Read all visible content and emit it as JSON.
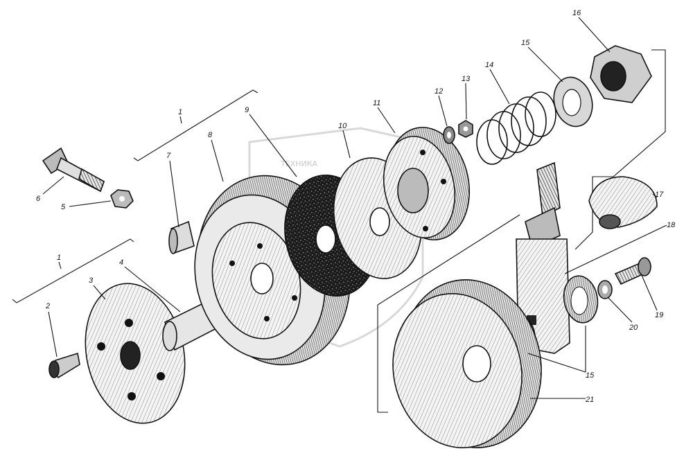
{
  "watermark": {
    "text": "ТЕХНИКА"
  },
  "callouts": {
    "c1a": "1",
    "c1b": "1",
    "c2": "2",
    "c3": "3",
    "c4": "4",
    "c5": "5",
    "c6": "6",
    "c7": "7",
    "c8": "8",
    "c9": "9",
    "c10": "10",
    "c11": "11",
    "c12": "12",
    "c13": "13",
    "c14": "14",
    "c15a": "15",
    "c15b": "15",
    "c16": "16",
    "c17": "17",
    "c18": "18",
    "c19": "19",
    "c20": "20",
    "c21": "21"
  }
}
